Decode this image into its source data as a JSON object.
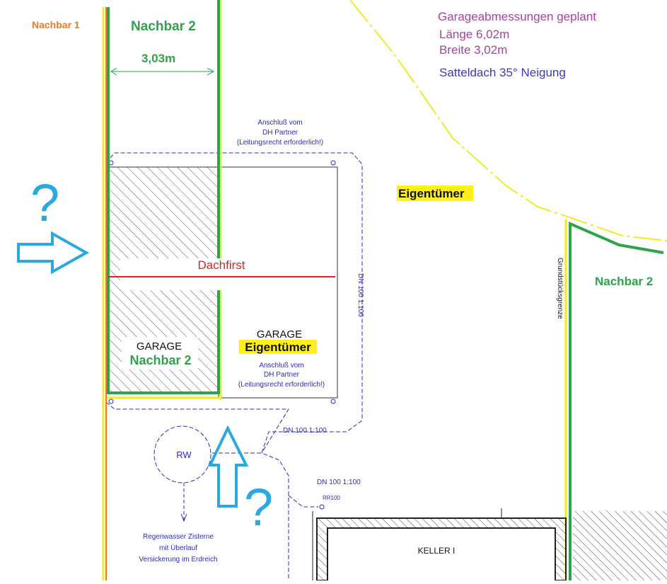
{
  "labels": {
    "nachbar1": "Nachbar 1",
    "nachbar2_top": "Nachbar 2",
    "width_dim": "3,03m",
    "nachbar2_right": "Nachbar 2",
    "eigentuemer_main": "Eigentümer",
    "dachfirst": "Dachfirst",
    "garage_left": "GARAGE",
    "garage_left_owner": "Nachbar 2",
    "garage_right": "GARAGE",
    "garage_right_owner": "Eigentümer",
    "question1": "?",
    "question2": "?",
    "keller": "KELLER I",
    "rw": "RW",
    "rr100": "RR100",
    "grundstuecksgrenze": "Grundstücksgrenze"
  },
  "info": {
    "title": "Garageabmessungen geplant",
    "laenge": "Länge 6,02m",
    "breite": "Breite 3,02m",
    "dach": "Satteldach 35° Neigung"
  },
  "notes": {
    "anschluss_top_1": "Anschluß vom",
    "anschluss_top_2": "DH Partner",
    "anschluss_top_3": "(Leitungsrecht erforderlich!)",
    "anschluss_mid_1": "Anschluß vom",
    "anschluss_mid_2": "DH Partner",
    "anschluss_mid_3": "(Leitungsrecht erforderlich!)",
    "dn100_vertical": "DN 100 1:100",
    "dn100_mid": "DN 100 1:100",
    "dn100_low": "DN 100 1:100",
    "zisterne_1": "Regenwasser Zisterne",
    "zisterne_2": "mit Überlauf",
    "zisterne_3": "Versickerung im Erdreich"
  },
  "colors": {
    "green": "#2ea34a",
    "orange": "#f07a1a",
    "yellow": "#f2e92b",
    "red": "#e01f1f",
    "blue_arrow": "#2aa8e0",
    "pipe_blue": "#2b2bbf",
    "purple": "#a046a0",
    "info_blue": "#3a3ab8",
    "highlight": "#ffef1a"
  }
}
